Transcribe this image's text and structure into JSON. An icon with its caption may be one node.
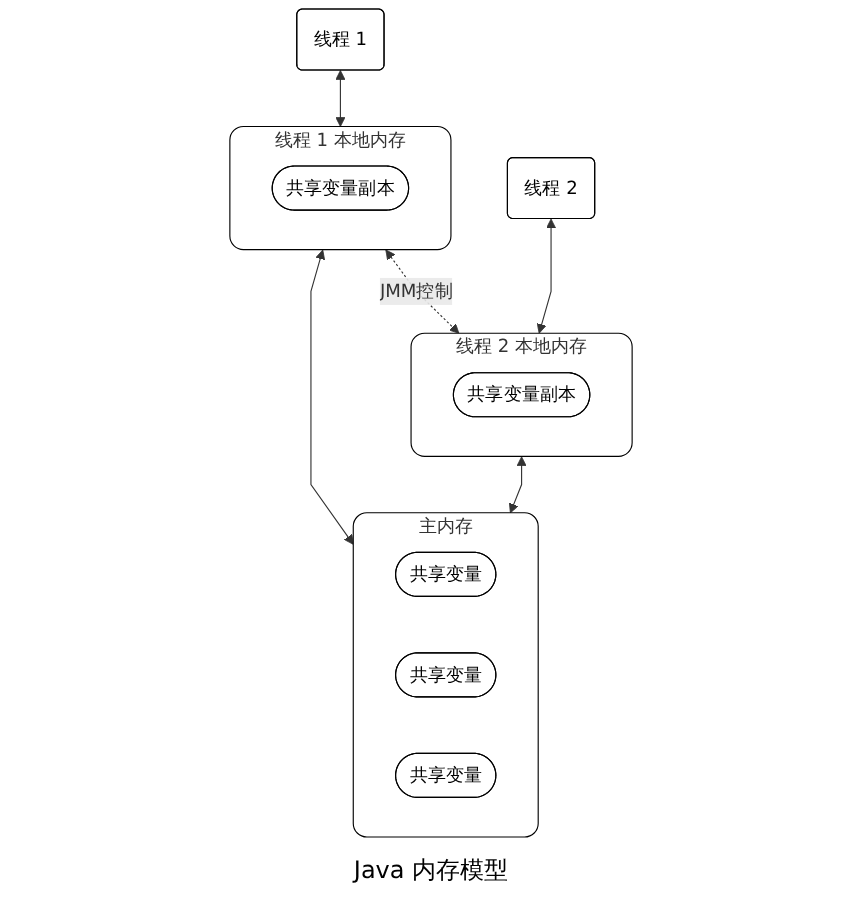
{
  "diagram": {
    "caption": "Java 内存模型",
    "nodes": [
      {
        "text": [
          "线程 1"
        ]
      },
      {
        "text": [
          "线程 2"
        ]
      },
      {
        "text": [
          "线程 1 本地内存"
        ]
      },
      {
        "text": [
          "共享变量副本"
        ],
        "in": 2
      },
      {
        "text": [
          "线程 2 本地内存"
        ]
      },
      {
        "text": [
          "共享变量副本"
        ],
        "in": 4
      },
      {
        "text": [
          "主内存"
        ]
      },
      {
        "text": [
          "共享变量"
        ],
        "in": 6
      },
      {
        "text": [
          "共享变量"
        ],
        "in": 6
      },
      {
        "text": [
          "共享变量"
        ],
        "in": 6
      }
    ],
    "edges": [
      {
        "from": 0,
        "to": 2,
        "arrow": "both"
      },
      {
        "from": 1,
        "to": 4,
        "arrow": "both"
      },
      {
        "from": 2,
        "to": 4,
        "arrow": "both",
        "label": "JMM控制",
        "style": "dashed"
      },
      {
        "from": 2,
        "to": 6,
        "arrow": "both"
      },
      {
        "from": 4,
        "to": 6,
        "arrow": "both"
      }
    ]
  }
}
